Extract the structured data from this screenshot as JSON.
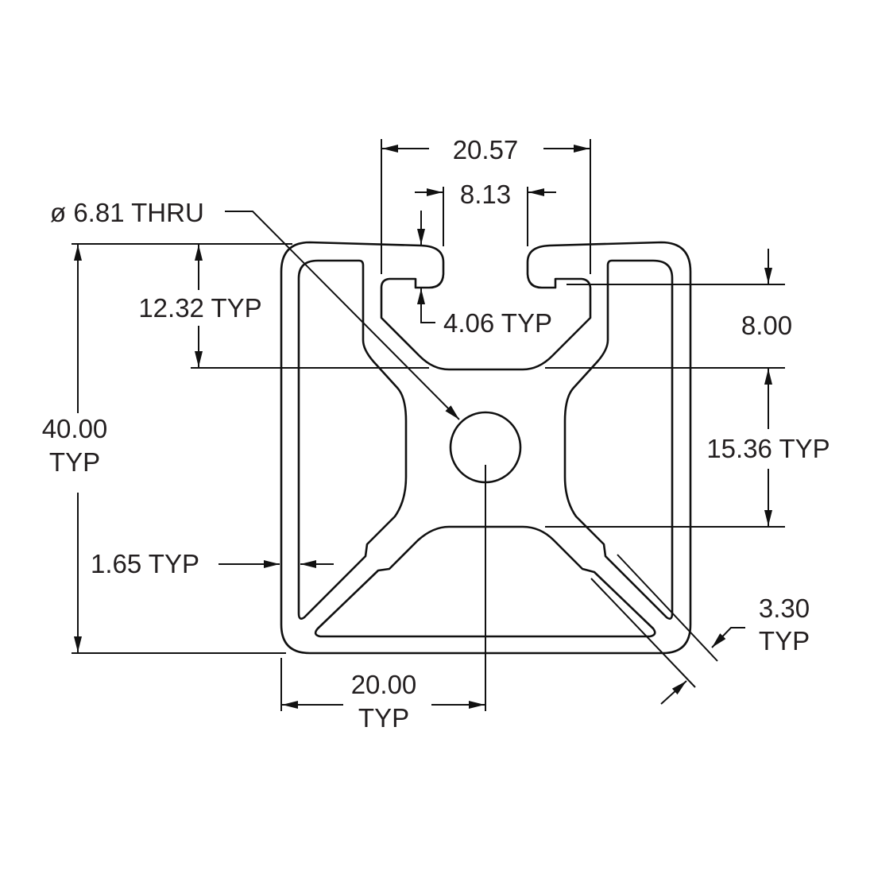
{
  "drawing": {
    "title": "Aluminum T-slot extrusion profile cross-section",
    "dimensions": {
      "slot_width": "20.57",
      "slot_opening": "8.13",
      "lip_thickness": "4.06 TYP",
      "hole": "ø 6.81 THRU",
      "slot_depth": "12.32 TYP",
      "overall_height_value": "40.00",
      "overall_height_suffix": "TYP",
      "wall_thickness": "1.65 TYP",
      "half_width_value": "20.00",
      "half_width_suffix": "TYP",
      "slot_lip_depth": "8.00",
      "web_spacing": "15.36 TYP",
      "web_thickness_value": "3.30",
      "web_thickness_suffix": "TYP"
    }
  }
}
